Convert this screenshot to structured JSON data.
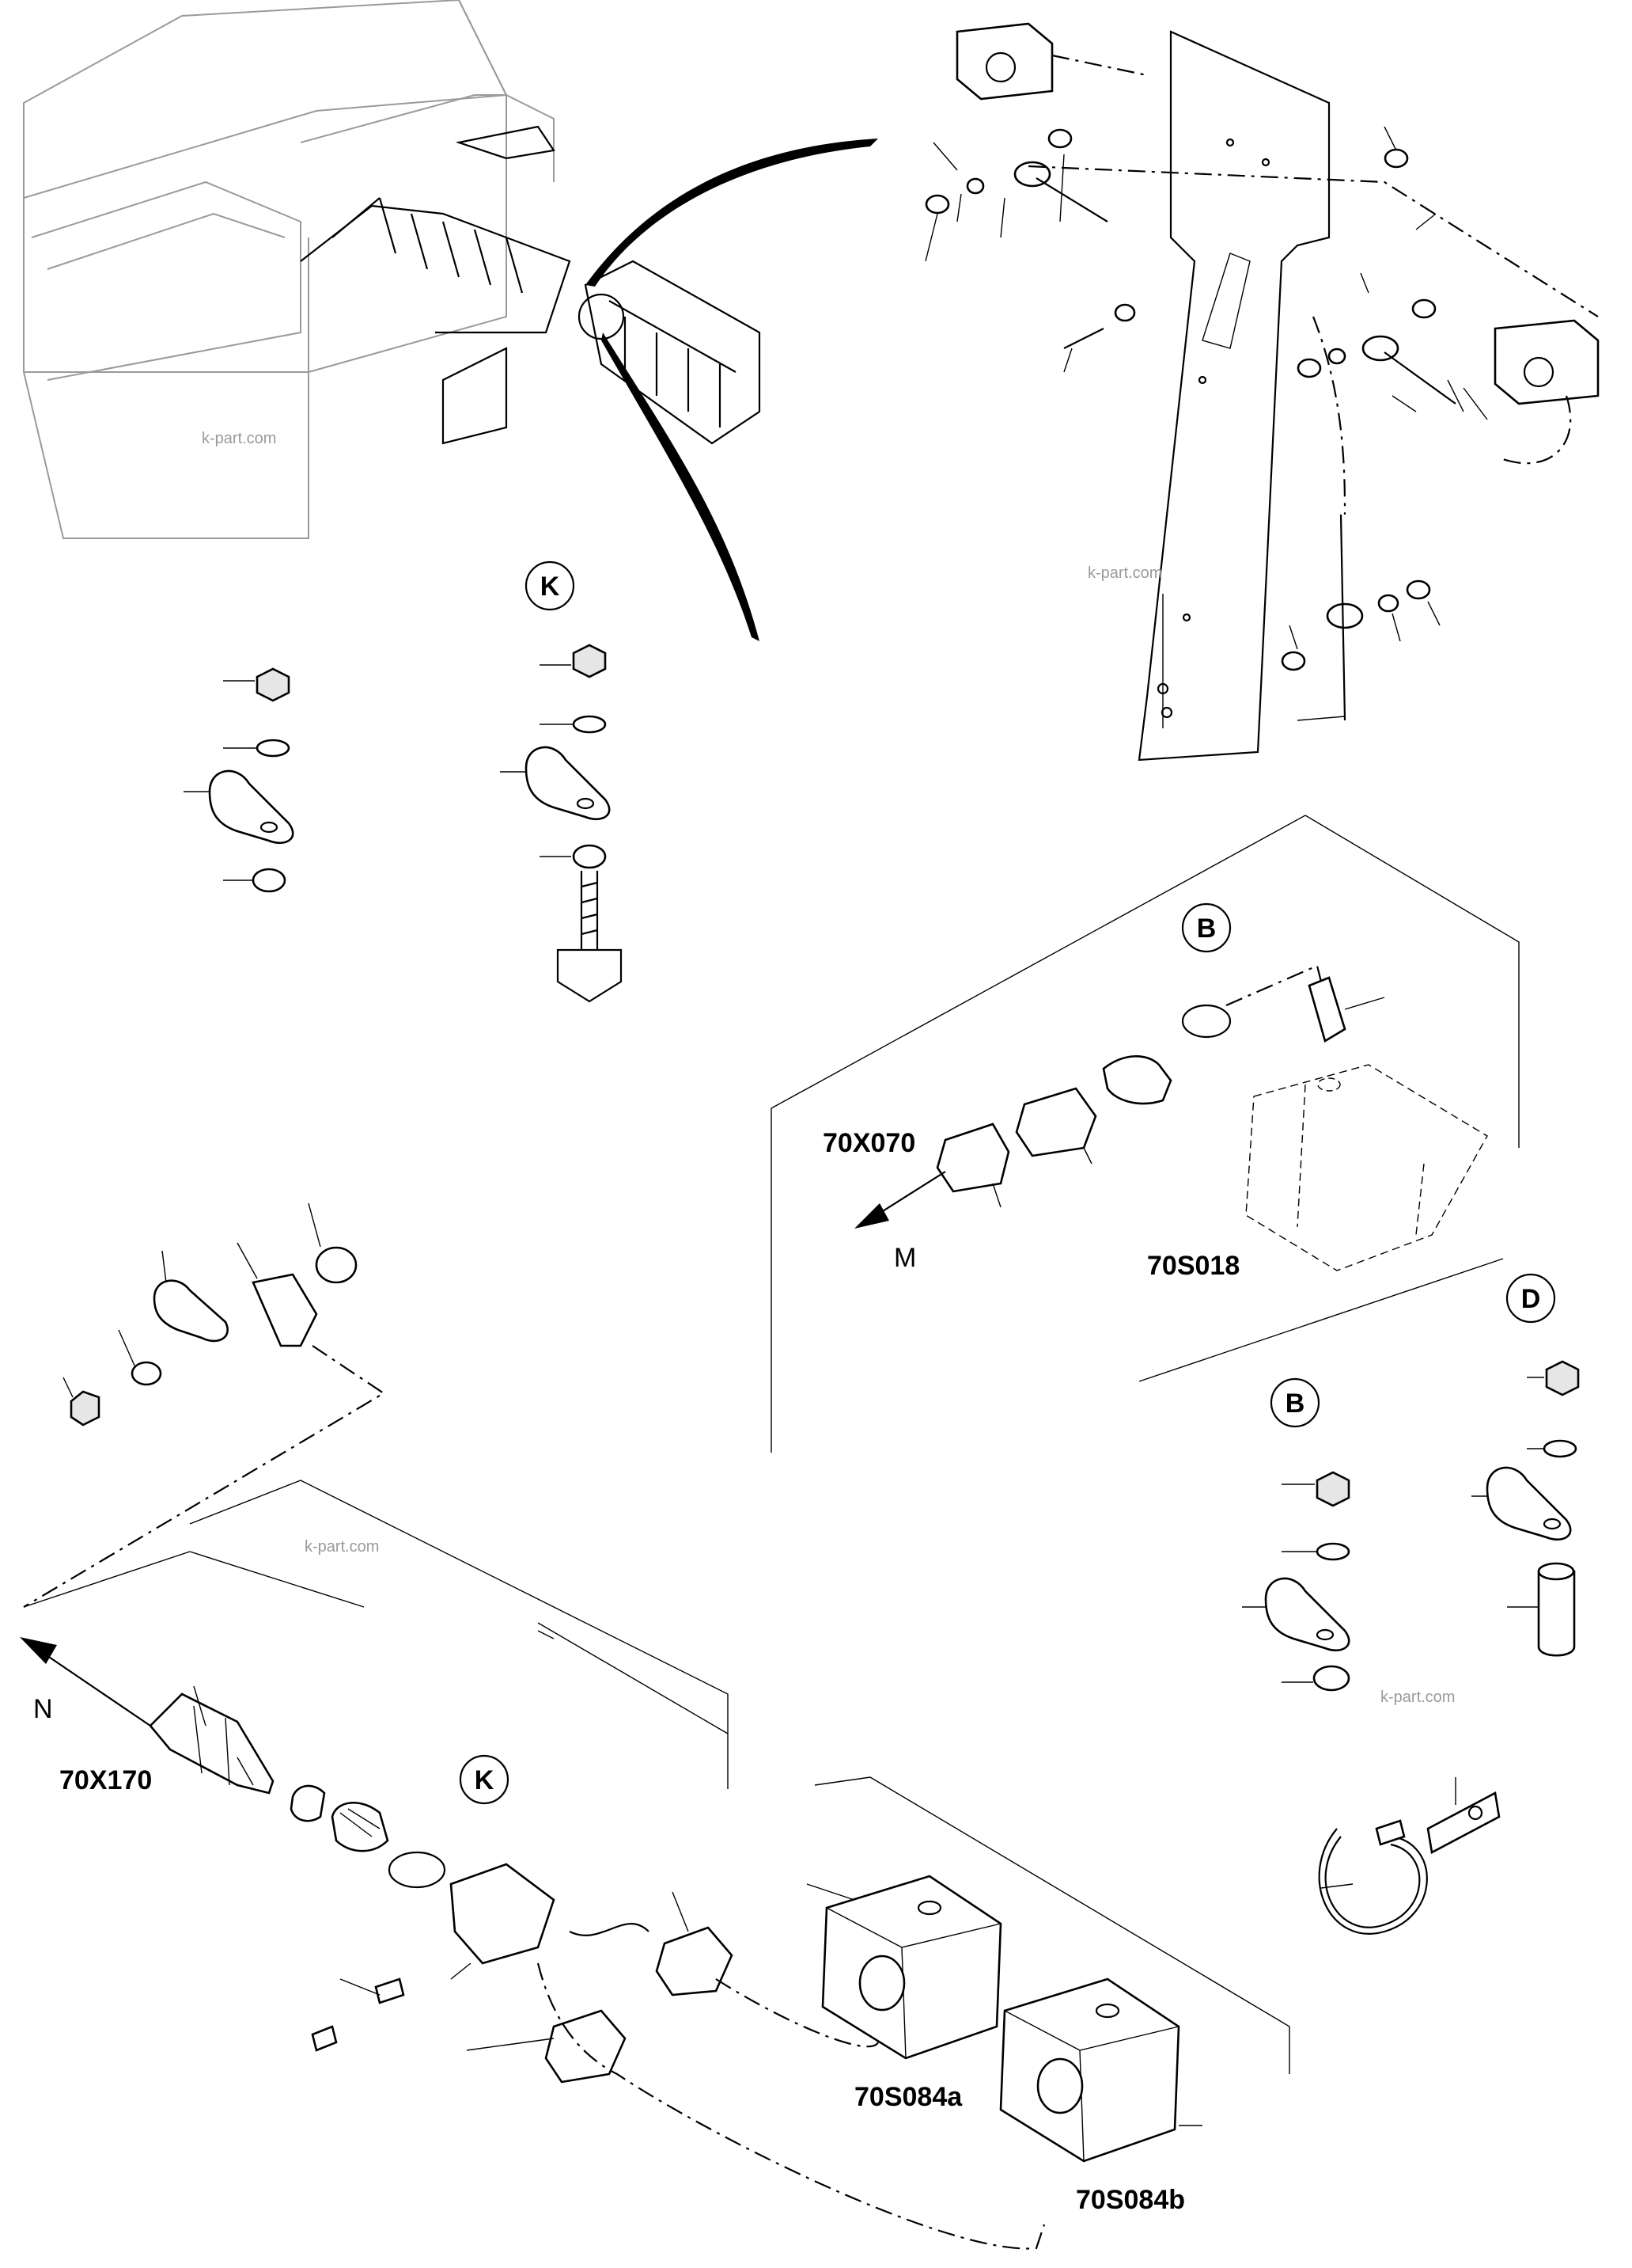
{
  "diagram": {
    "watermark": "k-part.com",
    "callouts": {
      "k_top": "K",
      "b_top": "B",
      "d_right": "D",
      "b_right": "B",
      "k_bottom": "K"
    },
    "labels": {
      "connector_70x070": "70X070",
      "switch_70s018": "70S018",
      "connector_70x170": "70X170",
      "switch_70s084a": "70S084a",
      "switch_70s084b": "70S084b"
    },
    "arrows": {
      "m": "M",
      "n": "N"
    },
    "colors": {
      "line": "#000000",
      "background_machine": "#9a9a9a",
      "watermark": "#9a9a9a"
    }
  }
}
